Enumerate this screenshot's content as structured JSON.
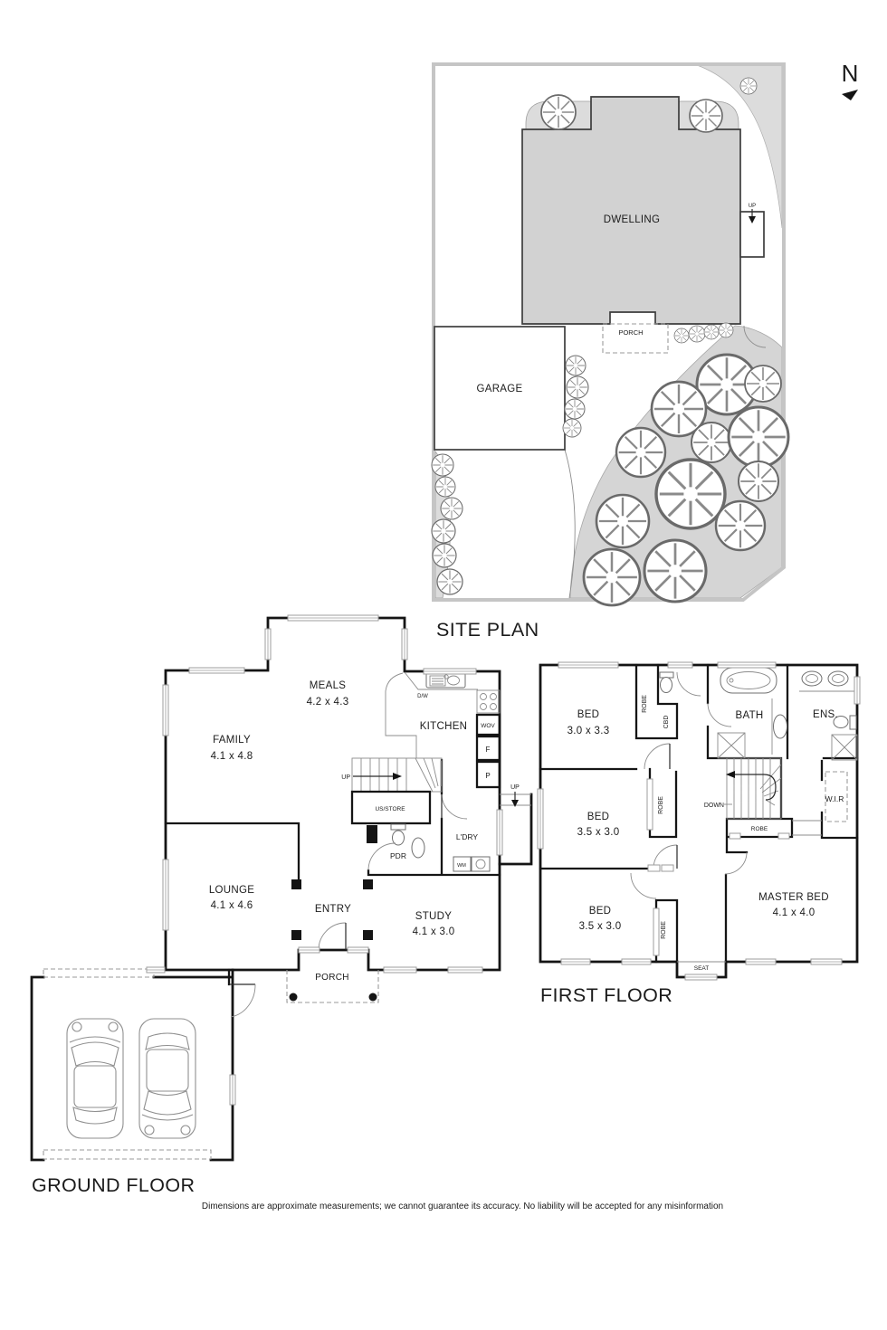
{
  "compass": {
    "letter": "N"
  },
  "site_plan": {
    "title": "SITE PLAN",
    "dwelling": "DWELLING",
    "garage": "GARAGE",
    "porch": "PORCH",
    "up": "UP"
  },
  "ground_floor": {
    "title": "GROUND FLOOR",
    "rooms": {
      "meals": {
        "name": "MEALS",
        "dims": "4.2 x 4.3"
      },
      "family": {
        "name": "FAMILY",
        "dims": "4.1 x 4.8"
      },
      "kitchen": {
        "name": "KITCHEN"
      },
      "lounge": {
        "name": "LOUNGE",
        "dims": "4.1 x 4.6"
      },
      "entry": {
        "name": "ENTRY"
      },
      "study": {
        "name": "STUDY",
        "dims": "4.1 x 3.0"
      },
      "porch": {
        "name": "PORCH"
      },
      "us_store": {
        "name": "US/STORE"
      },
      "pdr": {
        "name": "PDR"
      },
      "ldry": {
        "name": "L'DRY"
      }
    },
    "fixtures": {
      "dw": "D/W",
      "wov": "WOV",
      "fridge": "F",
      "pantry": "P",
      "wm": "WM",
      "up": "UP"
    }
  },
  "first_floor": {
    "title": "FIRST FLOOR",
    "rooms": {
      "bed1": {
        "name": "BED",
        "dims": "3.0 x 3.3"
      },
      "bed2": {
        "name": "BED",
        "dims": "3.5 x 3.0"
      },
      "bed3": {
        "name": "BED",
        "dims": "3.5 x 3.0"
      },
      "master": {
        "name": "MASTER BED",
        "dims": "4.1 x 4.0"
      },
      "bath": {
        "name": "BATH"
      },
      "ens": {
        "name": "ENS."
      },
      "wir": {
        "name": "W.I.R"
      }
    },
    "fixtures": {
      "robe": "ROBE",
      "cbd": "CBD",
      "down": "DOWN",
      "seat": "SEAT"
    }
  },
  "footer": {
    "disclaimer": "Dimensions are approximate measurements; we cannot guarantee its accuracy. No liability will be accepted for any misinformation"
  }
}
